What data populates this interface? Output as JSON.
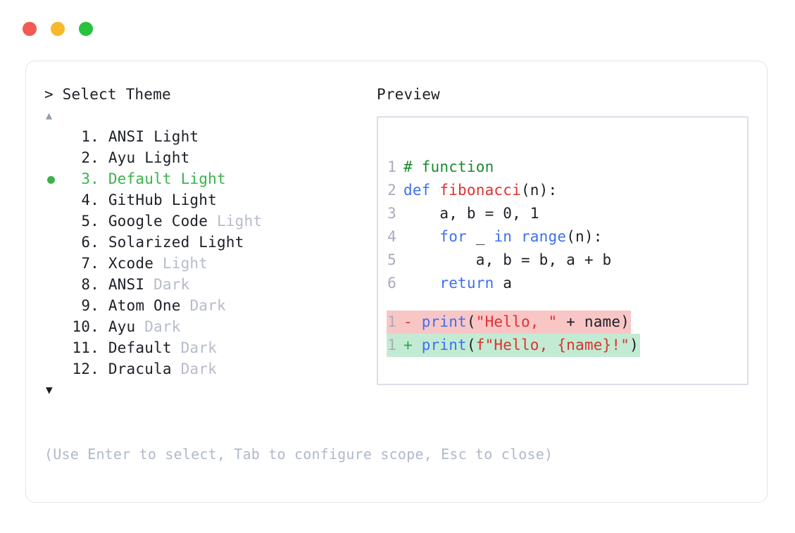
{
  "window": {
    "dots": [
      {
        "name": "close",
        "color": "#f25a54"
      },
      {
        "name": "minimize",
        "color": "#f5b92b"
      },
      {
        "name": "maximize",
        "color": "#27c23e"
      }
    ]
  },
  "left": {
    "prompt": "> Select Theme",
    "scroll_up": "▲",
    "scroll_down": "▼",
    "selected_index": 3,
    "items": [
      {
        "index": "1.",
        "name": "ANSI",
        "variant": "Light",
        "variant_muted": false,
        "selected": false
      },
      {
        "index": "2.",
        "name": "Ayu",
        "variant": "Light",
        "variant_muted": false,
        "selected": false
      },
      {
        "index": "3.",
        "name": "Default",
        "variant": "Light",
        "variant_muted": false,
        "selected": true
      },
      {
        "index": "4.",
        "name": "GitHub",
        "variant": "Light",
        "variant_muted": false,
        "selected": false
      },
      {
        "index": "5.",
        "name": "Google Code",
        "variant": "Light",
        "variant_muted": true,
        "selected": false
      },
      {
        "index": "6.",
        "name": "Solarized",
        "variant": "Light",
        "variant_muted": false,
        "selected": false
      },
      {
        "index": "7.",
        "name": "Xcode",
        "variant": "Light",
        "variant_muted": true,
        "selected": false
      },
      {
        "index": "8.",
        "name": "ANSI",
        "variant": "Dark",
        "variant_muted": true,
        "selected": false
      },
      {
        "index": "9.",
        "name": "Atom One",
        "variant": "Dark",
        "variant_muted": true,
        "selected": false
      },
      {
        "index": "10.",
        "name": "Ayu",
        "variant": "Dark",
        "variant_muted": true,
        "selected": false
      },
      {
        "index": "11.",
        "name": "Default",
        "variant": "Dark",
        "variant_muted": true,
        "selected": false
      },
      {
        "index": "12.",
        "name": "Dracula",
        "variant": "Dark",
        "variant_muted": true,
        "selected": false
      }
    ]
  },
  "hint": "(Use Enter to select, Tab to configure scope, Esc to close)",
  "preview": {
    "label": "Preview",
    "code_lines": [
      {
        "num": "1",
        "tokens": [
          {
            "t": "# function",
            "c": "comment"
          }
        ]
      },
      {
        "num": "2",
        "tokens": [
          {
            "t": "def ",
            "c": "keyword"
          },
          {
            "t": "fibonacci",
            "c": "func"
          },
          {
            "t": "(n):",
            "c": "punct"
          }
        ]
      },
      {
        "num": "3",
        "tokens": [
          {
            "t": "    a, b = 0, 1",
            "c": "plain"
          }
        ]
      },
      {
        "num": "4",
        "tokens": [
          {
            "t": "    ",
            "c": "plain"
          },
          {
            "t": "for",
            "c": "keyword"
          },
          {
            "t": " _ ",
            "c": "plain"
          },
          {
            "t": "in",
            "c": "keyword"
          },
          {
            "t": " ",
            "c": "plain"
          },
          {
            "t": "range",
            "c": "builtin"
          },
          {
            "t": "(n):",
            "c": "punct"
          }
        ]
      },
      {
        "num": "5",
        "tokens": [
          {
            "t": "        a, b = b, a + b",
            "c": "plain"
          }
        ]
      },
      {
        "num": "6",
        "tokens": [
          {
            "t": "    ",
            "c": "plain"
          },
          {
            "t": "return",
            "c": "keyword"
          },
          {
            "t": " a",
            "c": "plain"
          }
        ]
      }
    ],
    "diff_lines": [
      {
        "kind": "del",
        "num": "1",
        "marker": "-",
        "tokens": [
          {
            "t": "print",
            "c": "builtin"
          },
          {
            "t": "(",
            "c": "punct"
          },
          {
            "t": "\"Hello, \"",
            "c": "string"
          },
          {
            "t": " + name)",
            "c": "plain"
          }
        ]
      },
      {
        "kind": "add",
        "num": "1",
        "marker": "+",
        "tokens": [
          {
            "t": "print",
            "c": "builtin"
          },
          {
            "t": "(",
            "c": "punct"
          },
          {
            "t": "f\"Hello, {name}!\"",
            "c": "string"
          },
          {
            "t": ")",
            "c": "punct"
          }
        ]
      }
    ]
  },
  "colors": {
    "accent_green": "#3bb24a",
    "muted_text": "#b6bcca",
    "hint_text": "#b0b8cb",
    "diff_del_bg": "#f9c6c6",
    "diff_add_bg": "#c3ebd3",
    "border": "#e3e5ea"
  }
}
